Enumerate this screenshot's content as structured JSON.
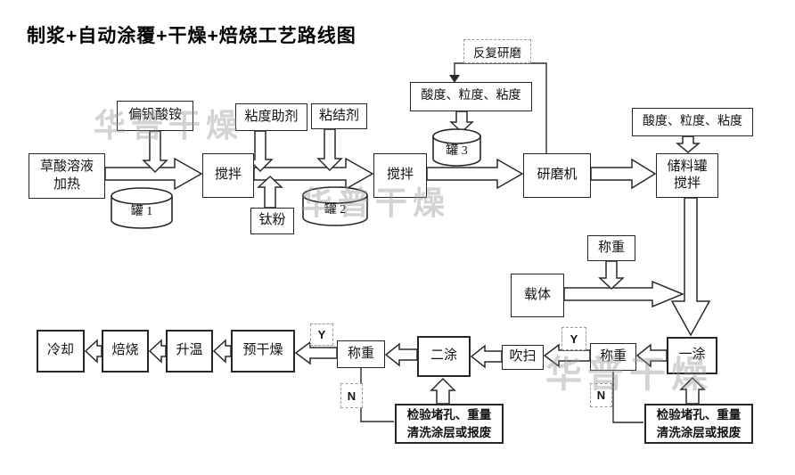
{
  "title": "制浆+自动涂覆+干燥+焙烧工艺路线图",
  "watermark": {
    "text": "华普干燥"
  },
  "nodes": {
    "ammonium_metavanadate": "偏钒酸铵",
    "oxalic_heating": "草酸溶液\n加热",
    "tank1": "罐 1",
    "mix1": "搅拌",
    "viscosity_aid": "粘度助剂",
    "binder": "粘结剂",
    "titanium_powder": "钛粉",
    "tank2": "罐 2",
    "mix2": "搅拌",
    "acidity_check_left": "酸度、粒度、粘度",
    "regrind": "反复研磨",
    "tank3": "罐 3",
    "grinder": "研磨机",
    "acidity_check_right": "酸度、粒度、粘度",
    "storage_tank": "储料罐\n搅拌",
    "weigh_carrier": "称重",
    "carrier": "载体",
    "coat_first": "一涂",
    "weigh_after_coat1": "称重",
    "label_y_right": "Y",
    "label_n_right": "N",
    "purge": "吹扫",
    "coat_second": "二涂",
    "weigh_after_coat2": "称重",
    "label_y_left": "Y",
    "label_n_left": "N",
    "predry": "预干燥",
    "heat_up": "升温",
    "roast": "焙烧",
    "cool": "冷却",
    "inspect_left": "检验堵孔、重量\n清洗涂层或报废",
    "inspect_right": "检验堵孔、重量\n清洗涂层或报废"
  }
}
